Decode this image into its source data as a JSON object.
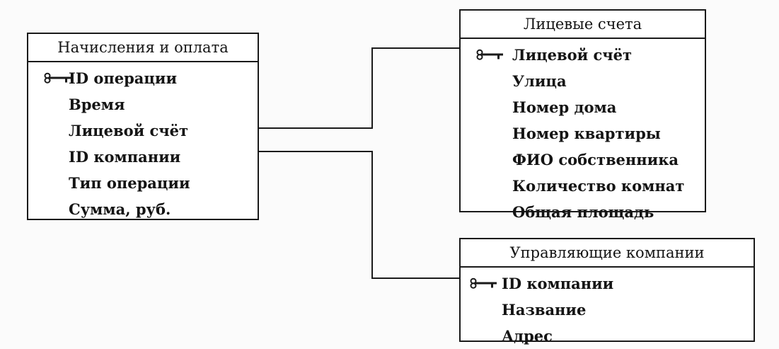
{
  "diagram": {
    "tables": [
      {
        "id": "accruals",
        "title": "Начисления и оплата",
        "fields": [
          {
            "name": "ID операции",
            "key": true
          },
          {
            "name": "Время",
            "key": false
          },
          {
            "name": "Лицевой счёт",
            "key": false
          },
          {
            "name": "ID компании",
            "key": false
          },
          {
            "name": "Тип операции",
            "key": false
          },
          {
            "name": "Сумма, руб.",
            "key": false
          }
        ]
      },
      {
        "id": "accounts",
        "title": "Лицевые счета",
        "fields": [
          {
            "name": "Лицевой счёт",
            "key": true
          },
          {
            "name": "Улица",
            "key": false
          },
          {
            "name": "Номер дома",
            "key": false
          },
          {
            "name": "Номер квартиры",
            "key": false
          },
          {
            "name": "ФИО собственника",
            "key": false
          },
          {
            "name": "Количество комнат",
            "key": false
          },
          {
            "name": "Общая площадь",
            "key": false
          }
        ]
      },
      {
        "id": "companies",
        "title": "Управляющие компании",
        "fields": [
          {
            "name": "ID компании",
            "key": true
          },
          {
            "name": "Название",
            "key": false
          },
          {
            "name": "Адрес",
            "key": false
          }
        ]
      }
    ],
    "relationships": [
      {
        "from_table": "accruals",
        "from_field": "Лицевой счёт",
        "to_table": "accounts",
        "to_field": "Лицевой счёт"
      },
      {
        "from_table": "accruals",
        "from_field": "ID компании",
        "to_table": "companies",
        "to_field": "ID компании"
      }
    ],
    "colors": {
      "line": "#1a1a1a",
      "background": "#fbfbfb",
      "box": "#ffffff",
      "text": "#141414"
    }
  }
}
